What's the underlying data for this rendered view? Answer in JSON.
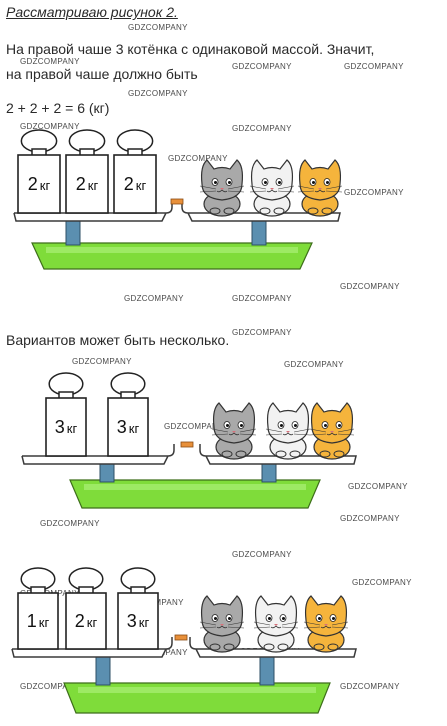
{
  "text": {
    "line1": "Рассматриваю рисунок 2.",
    "line2": "На правой чаше 3 котёнка с одинаковой массой. Значит,",
    "line3": "на правой чаше должно быть",
    "line4": "2 + 2 + 2 = 6 (кг)",
    "line5": "Вариантов может быть несколько."
  },
  "watermark": "GDZCOMPANY",
  "scene1": {
    "weights": [
      {
        "num": "2",
        "unit": "кг"
      },
      {
        "num": "2",
        "unit": "кг"
      },
      {
        "num": "2",
        "unit": "кг"
      }
    ]
  },
  "scene2": {
    "weights": [
      {
        "num": "3",
        "unit": "кг"
      },
      {
        "num": "3",
        "unit": "кг"
      }
    ]
  },
  "scene3": {
    "weights": [
      {
        "num": "1",
        "unit": "кг"
      },
      {
        "num": "2",
        "unit": "кг"
      },
      {
        "num": "3",
        "unit": "кг"
      }
    ]
  },
  "colors": {
    "base": "#7fdc3a",
    "pan": "#ffffff",
    "pan_stroke": "#3a3a3a",
    "post": "#5b8fb0",
    "connector": "#e8903a",
    "kitten_gray": "#a9a9a9",
    "kitten_white": "#f2f2f2",
    "kitten_ginger": "#f5b43c"
  }
}
